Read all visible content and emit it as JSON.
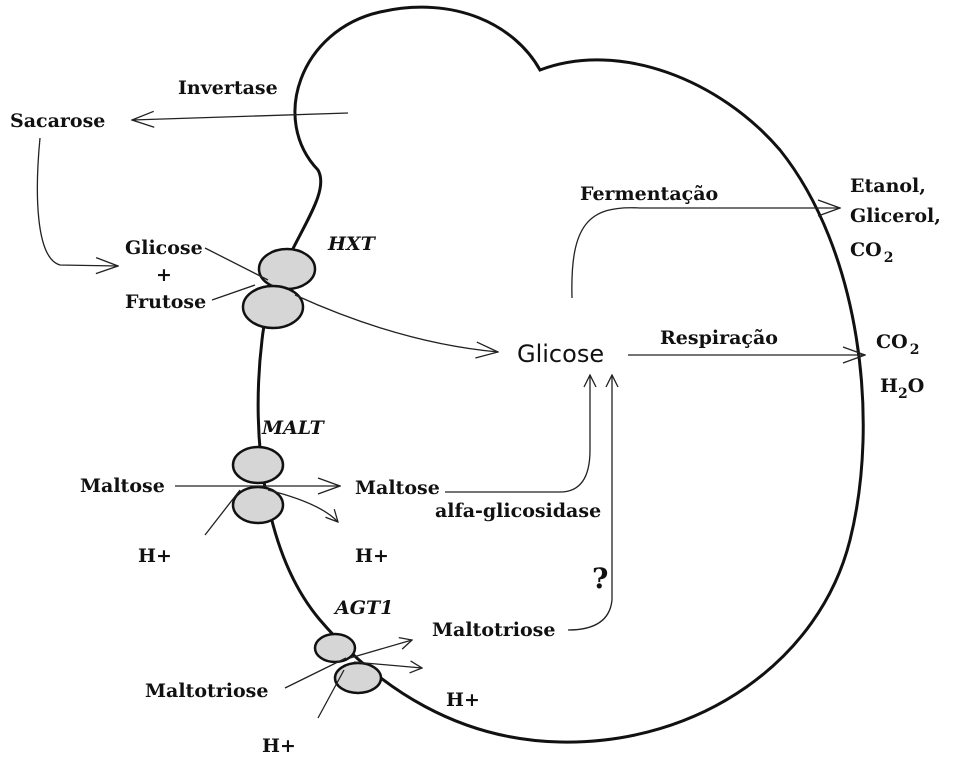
{
  "labels": {
    "invertase": "Invertase",
    "sacarose": "Sacarose",
    "glicose_ext": "Glicose",
    "plus": "+",
    "frutose": "Frutose",
    "hxt": "HXT",
    "fermentacao": "Fermentação",
    "etanol": "Etanol,",
    "glicerol": "Glicerol,",
    "co2_top": "CO",
    "co2_top_sub": "2",
    "glicose_center": "Glicose",
    "respiracao": "Respiração",
    "co2_right": "CO",
    "co2_right_sub": "2",
    "h2o_h": "H",
    "h2o_sub": "2",
    "h2o_o": "O",
    "malt": "MALT",
    "maltose_ext": "Maltose",
    "maltose_int": "Maltose",
    "alfa_glicosidase": "alfa-glicosidase",
    "h_plus_malt_ext": "H+",
    "h_plus_malt_int": "H+",
    "question": "?",
    "agt1": "AGT1",
    "maltotriose_int": "Maltotriose",
    "maltotriose_ext": "Maltotriose",
    "h_plus_agt_int": "H+",
    "h_plus_agt_ext": "H+"
  }
}
